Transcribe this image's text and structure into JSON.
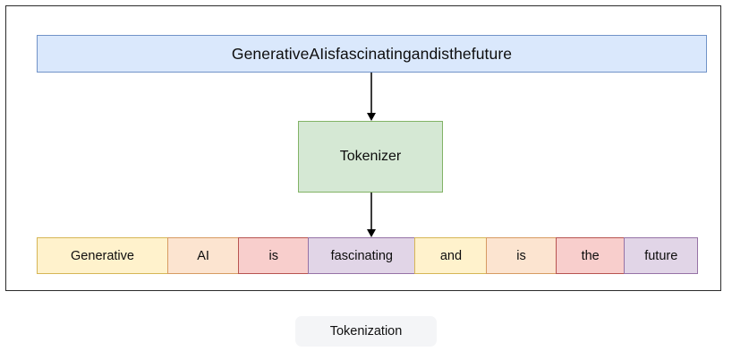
{
  "diagram": {
    "input": {
      "text": "GenerativeAIisfascinatingandisthefuture",
      "fill": "#dae8fc",
      "stroke": "#7193c8"
    },
    "processor": {
      "label": "Tokenizer",
      "fill": "#d5e8d4",
      "stroke": "#82b366"
    },
    "arrows": [
      {
        "name": "input-to-tokenizer"
      },
      {
        "name": "tokenizer-to-tokens"
      }
    ],
    "tokens": [
      {
        "text": "Generative",
        "fill": "#fff2cc",
        "stroke": "#d6b656",
        "width": 147
      },
      {
        "text": "AI",
        "fill": "#fce4d0",
        "stroke": "#d79b62",
        "width": 81
      },
      {
        "text": "is",
        "fill": "#f8cecc",
        "stroke": "#b85450",
        "width": 79
      },
      {
        "text": "fascinating",
        "fill": "#e1d5e7",
        "stroke": "#9673a6",
        "width": 121
      },
      {
        "text": "and",
        "fill": "#fff2cc",
        "stroke": "#d6b656",
        "width": 81
      },
      {
        "text": "is",
        "fill": "#fce4d0",
        "stroke": "#d79b62",
        "width": 79
      },
      {
        "text": "the",
        "fill": "#f8cecc",
        "stroke": "#b85450",
        "width": 78
      },
      {
        "text": "future",
        "fill": "#e1d5e7",
        "stroke": "#9673a6",
        "width": 83
      }
    ],
    "caption": "Tokenization"
  }
}
